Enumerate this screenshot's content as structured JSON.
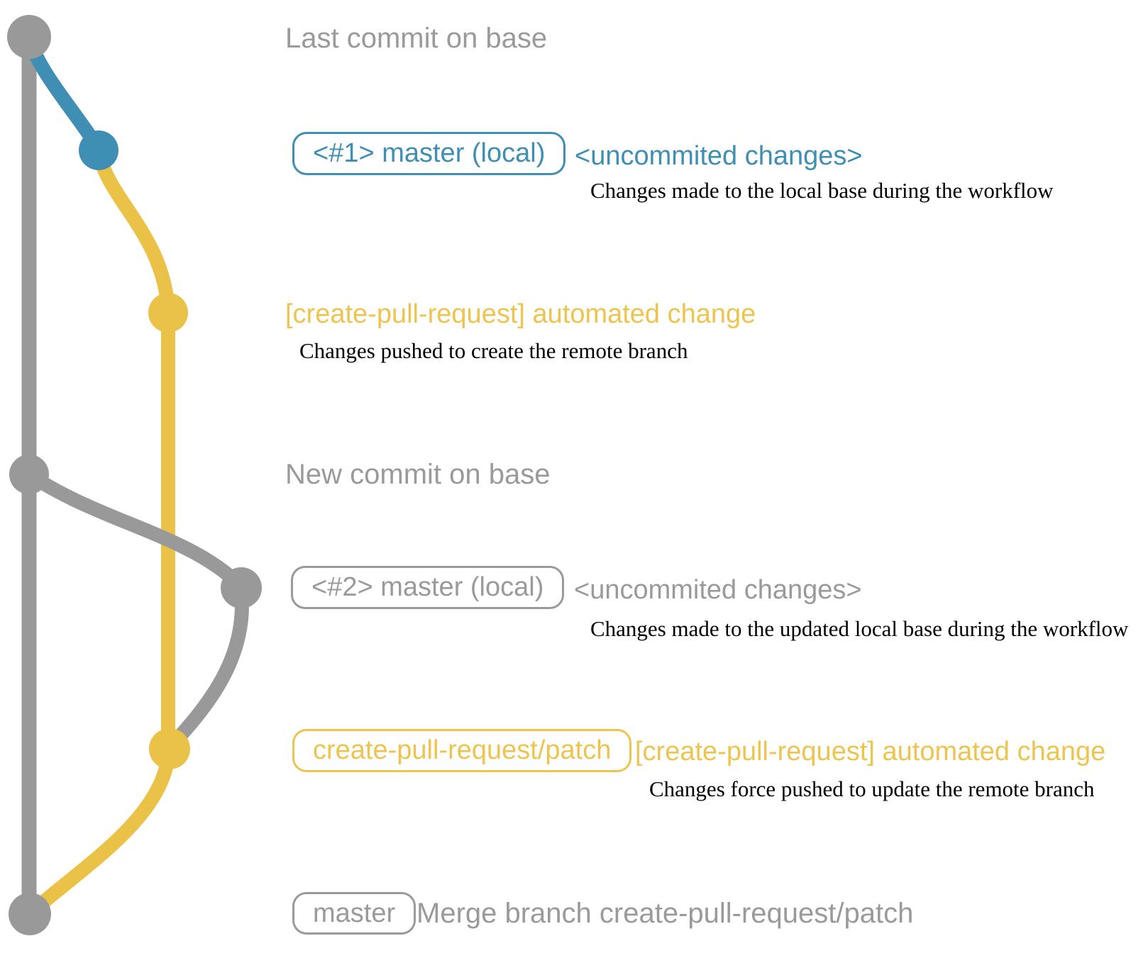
{
  "colors": {
    "gray": "#999999",
    "gray_text": "#9a9a9a",
    "blue": "#3f8eb4",
    "yellow": "#eac247",
    "yellow_text": "#edc44f",
    "serif_text": "#000000"
  },
  "rows": {
    "row1": {
      "text": "Last commit on base"
    },
    "row2": {
      "box": "<#1> master (local)",
      "note": "<uncommited changes>",
      "detail": "Changes made to the local base during the workflow"
    },
    "row3": {
      "note": "[create-pull-request] automated change",
      "detail": "Changes pushed to create the remote branch"
    },
    "row4": {
      "text": "New commit on base"
    },
    "row5": {
      "box": "<#2> master (local)",
      "note": "<uncommited changes>",
      "detail": "Changes made to the updated local base during the workflow"
    },
    "row6": {
      "box": "create-pull-request/patch",
      "note": "[create-pull-request] automated change",
      "detail": "Changes force pushed to update the remote branch"
    },
    "row7": {
      "box": "master",
      "note": "Merge branch create-pull-request/patch"
    }
  },
  "graph": {
    "branches": [
      {
        "name": "base",
        "color": "gray"
      },
      {
        "name": "master (local) #1",
        "color": "blue"
      },
      {
        "name": "create-pull-request/patch",
        "color": "yellow"
      },
      {
        "name": "master (local) #2",
        "color": "gray"
      }
    ],
    "commits": [
      {
        "label": "Last commit on base",
        "branch": "base",
        "color": "gray"
      },
      {
        "label": "<#1> master (local) <uncommited changes>",
        "branch": "master (local) #1",
        "color": "blue"
      },
      {
        "label": "[create-pull-request] automated change",
        "branch": "create-pull-request/patch",
        "color": "yellow"
      },
      {
        "label": "New commit on base",
        "branch": "base",
        "color": "gray"
      },
      {
        "label": "<#2> master (local) <uncommited changes>",
        "branch": "master (local) #2",
        "color": "gray"
      },
      {
        "label": "[create-pull-request] automated change (force push)",
        "branch": "create-pull-request/patch",
        "color": "yellow"
      },
      {
        "label": "Merge branch create-pull-request/patch",
        "branch": "master",
        "color": "gray"
      }
    ]
  }
}
